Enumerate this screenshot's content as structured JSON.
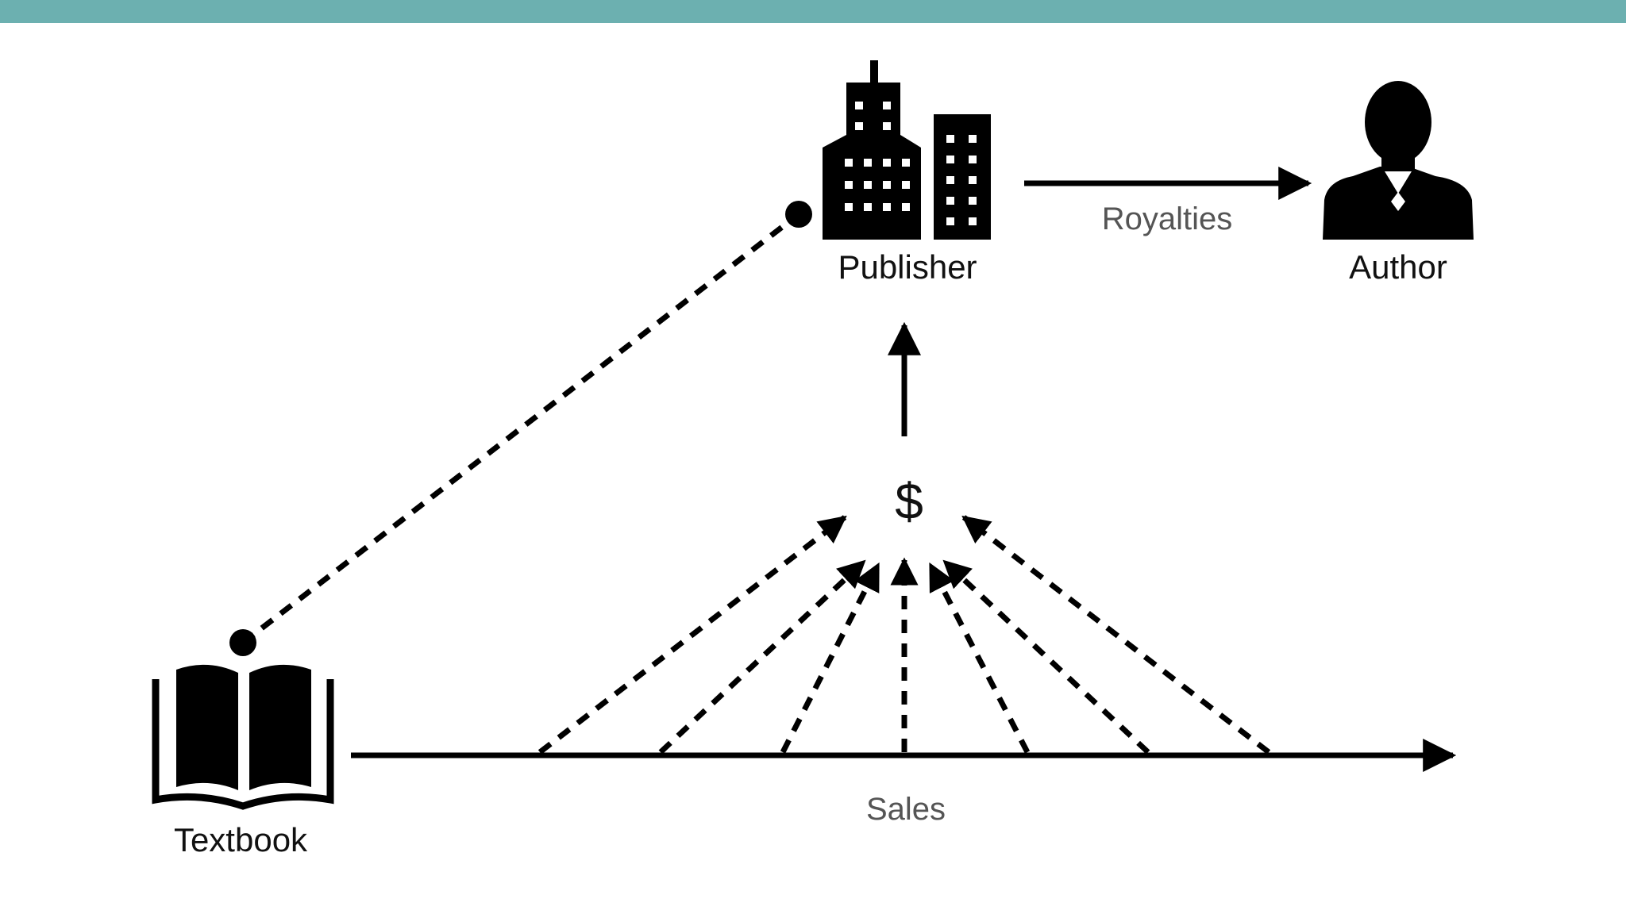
{
  "theme": {
    "accent_bar": "#6cb0b0",
    "ink": "#000000",
    "muted_text": "#555555"
  },
  "nodes": {
    "publisher": {
      "label": "Publisher",
      "icon": "office-buildings-icon"
    },
    "author": {
      "label": "Author",
      "icon": "person-in-suit-icon"
    },
    "textbook": {
      "label": "Textbook",
      "icon": "open-book-icon"
    },
    "money": {
      "label": "$"
    }
  },
  "edges": {
    "royalties": {
      "label": "Royalties"
    },
    "sales": {
      "label": "Sales"
    }
  }
}
